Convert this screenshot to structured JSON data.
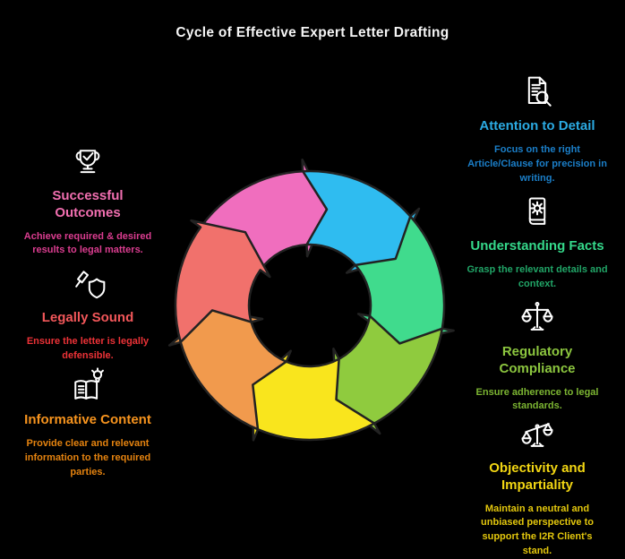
{
  "title": "Cycle of Effective Expert Letter Drafting",
  "cycle": {
    "outline_color": "#222222",
    "arrows": [
      {
        "name": "pink-arrow",
        "color": "#F06EBE"
      },
      {
        "name": "blue-arrow",
        "color": "#2FBCF0"
      },
      {
        "name": "emerald-arrow",
        "color": "#40DB8D"
      },
      {
        "name": "lime-arrow",
        "color": "#8FCB3E"
      },
      {
        "name": "yellow-arrow",
        "color": "#F9E51D"
      },
      {
        "name": "orange-arrow",
        "color": "#F19A4D"
      },
      {
        "name": "coral-arrow",
        "color": "#F1716C"
      }
    ]
  },
  "left_items": [
    {
      "title": "Successful Outcomes",
      "description": "Achieve required & desired results to legal matters.",
      "title_color": "#F16FB0",
      "desc_color": "#DB3D90",
      "icon": "trophy-check-icon"
    },
    {
      "title": "Legally Sound",
      "description": "Ensure the letter is legally defensible.",
      "title_color": "#F2575A",
      "desc_color": "#ED3237",
      "icon": "gavel-shield-icon"
    },
    {
      "title": "Informative Content",
      "description": "Provide clear and relevant information to the required parties.",
      "title_color": "#F7941E",
      "desc_color": "#E5830F",
      "icon": "open-book-bulb-icon"
    }
  ],
  "right_items": [
    {
      "title": "Attention to Detail",
      "description": "Focus on the right Article/Clause for precision in writing.",
      "title_color": "#2BAAE2",
      "desc_color": "#1B7FC9",
      "icon": "document-search-icon"
    },
    {
      "title": "Understanding Facts",
      "description": "Grasp the relevant details and context.",
      "title_color": "#35D98B",
      "desc_color": "#21A567",
      "icon": "book-gear-icon"
    },
    {
      "title": "Regulatory Compliance",
      "description": "Ensure adherence to legal standards.",
      "title_color": "#8CC63F",
      "desc_color": "#7CB532",
      "icon": "balanced-scales-icon"
    },
    {
      "title": "Objectivity and Impartiality",
      "description": "Maintain a neutral and unbiased perspective to support the I2R Client's stand.",
      "title_color": "#F2D613",
      "desc_color": "#E3C70D",
      "icon": "tilted-scales-icon"
    }
  ]
}
